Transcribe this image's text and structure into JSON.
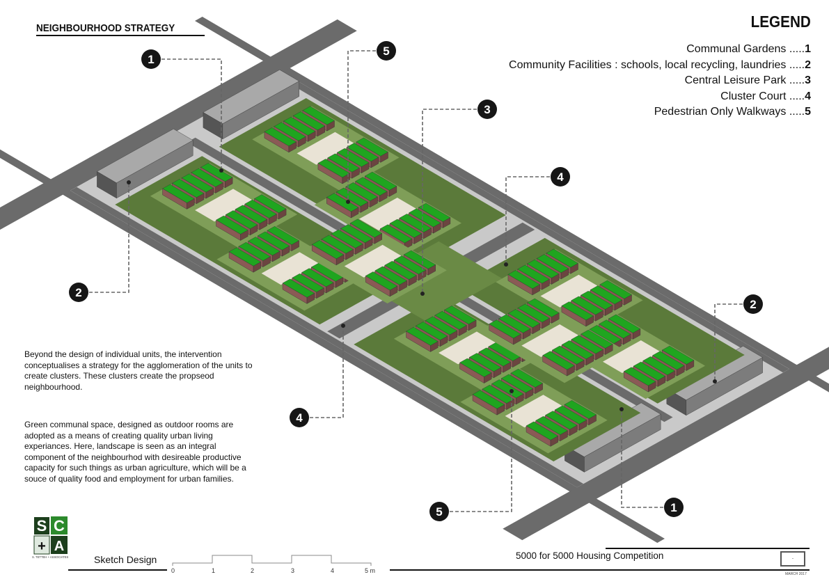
{
  "header": {
    "title": "NEIGHBOURHOOD STRATEGY"
  },
  "legend": {
    "title": "LEGEND",
    "items": [
      {
        "label": "Communal Gardens .....",
        "number": "1"
      },
      {
        "label": "Community Facilities : schools, local recycling, laundries .....",
        "number": "2"
      },
      {
        "label": "Central Leisure Park  .....",
        "number": "3"
      },
      {
        "label": "Cluster Court  .....",
        "number": "4"
      },
      {
        "label": "Pedestrian Only Walkways .....",
        "number": "5"
      }
    ]
  },
  "description": [
    "Beyond the design of individual units, the intervention conceptualises a strategy for the agglomeration of the units to create clusters. These clusters create the propseod neighbourhood.",
    "Green communal space, designed as outdoor rooms are adopted as a means of creating quality urban living experiances. Here, landscape is seen as an integral component of the neighbourhod with desireable productive capacity for such things as urban agriculture, which will be a souce of quality food and employment for urban families."
  ],
  "markers": [
    "1",
    "5",
    "3",
    "4",
    "2",
    "2",
    "4",
    "1",
    "5"
  ],
  "footer": {
    "stage": "Sketch Design",
    "scale_ticks": [
      "0",
      "1",
      "2",
      "3",
      "4",
      "5 m"
    ],
    "competition": "5000 for 5000 Housing Competition",
    "sheet": ".",
    "date": "MARCH 2017",
    "firm": "S. TETTEH + ASSOCIATES",
    "logo_letters": [
      "S",
      "C",
      "+",
      "A"
    ]
  },
  "colors": {
    "roof": "#1fa51f",
    "wall": "#8a5a55",
    "lawn": "#5b7a3a",
    "road": "#6b6b6b",
    "pavement": "#c9c9c9"
  }
}
